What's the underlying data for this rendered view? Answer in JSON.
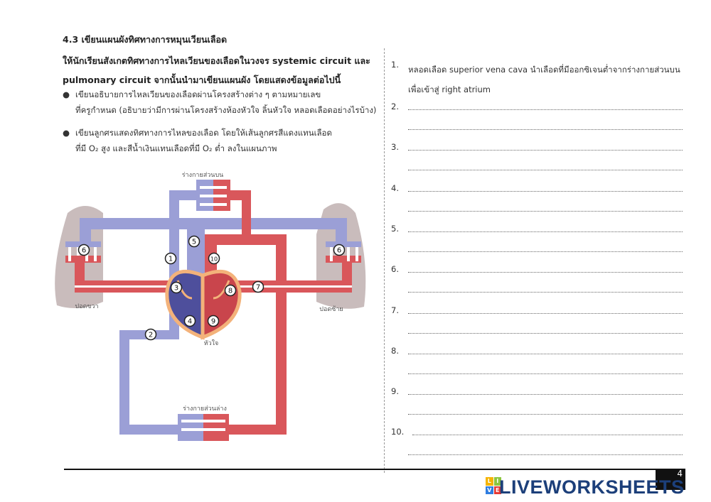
{
  "heading": "4.3 เขียนแผนผังทิศทางการหมุนเวียนเลือด",
  "intro": "ให้นักเรียนสังเกตทิศทางการไหลเวียนของเลือดในวงจร systemic circuit และ pulmonary circuit จากนั้นนำมาเขียนแผนผัง โดยแสดงข้อมูลต่อไปนี้",
  "bullets": [
    {
      "line1": "เขียนอธิบายการไหลเวียนของเลือดผ่านโครงสร้างต่าง ๆ ตามหมายเลข",
      "line2": "ที่ครูกำหนด (อธิบายว่ามีการผ่านโครงสร้างห้องหัวใจ ลิ้นหัวใจ หลอดเลือดอย่างไรบ้าง)"
    },
    {
      "line1": "เขียนลูกศรแสดงทิศทางการไหลของเลือด โดยให้เส้นลูกศรสีแดงแทนเลือด",
      "line2": "ที่มี O₂ สูง และสีน้ำเงินแทนเลือดที่มี O₂ ต่ำ ลงในแผนภาพ"
    }
  ],
  "diagram": {
    "labels": {
      "upper_body": "ร่างกายส่วนบน",
      "lower_body": "ร่างกายส่วนล่าง",
      "right_lung": "ปอดขวา",
      "left_lung": "ปอดซ้าย",
      "heart": "หัวใจ"
    },
    "markers": [
      "1",
      "2",
      "3",
      "4",
      "5",
      "6",
      "6",
      "7",
      "8",
      "9",
      "10"
    ],
    "colors": {
      "oxygen_high": "#d9575b",
      "oxygen_low": "#9b9fd6",
      "heart_outline": "#f3b27a",
      "lung": "#c9bcbc"
    }
  },
  "questions": [
    {
      "number": "1.",
      "text": "หลอดเลือด superior vena cava นำเลือดที่มีออกซิเจนต่ำจากร่างกายส่วนบน",
      "text2": "เพื่อเข้าสู่ right atrium"
    },
    {
      "number": "2."
    },
    {
      "number": "3."
    },
    {
      "number": "4."
    },
    {
      "number": "5."
    },
    {
      "number": "6."
    },
    {
      "number": "7."
    },
    {
      "number": "8."
    },
    {
      "number": "9."
    },
    {
      "number": "10."
    }
  ],
  "footer": {
    "page_number": "4",
    "logo_text": "LIVEWORKSHEETS",
    "logo_tiles": [
      "L",
      "I",
      "V",
      "E"
    ]
  }
}
